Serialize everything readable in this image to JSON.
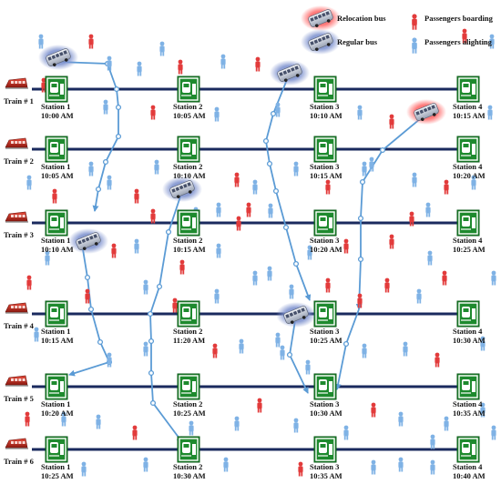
{
  "legend": {
    "relocation_bus": "Relocation bus",
    "regular_bus": "Regular bus",
    "passengers_boarding": "Passengers boarding",
    "passengers_alighting": "Passengers alighting"
  },
  "colors": {
    "track": "#1a2a5e",
    "station_green": "#1e8a2e",
    "bus_route": "#5b9bd5",
    "boarding": "#e23b3b",
    "alighting": "#7fb2e5",
    "relocation_glow": "#ff7a7a",
    "regular_glow": "#8aa0d8",
    "train": "#c0392b"
  },
  "trains": [
    {
      "label": "Train # 1",
      "stations": [
        {
          "name": "Station 1",
          "time": "10:00 AM"
        },
        {
          "name": "Station 2",
          "time": "10:05 AM"
        },
        {
          "name": "Station 3",
          "time": "10:10 AM"
        },
        {
          "name": "Station 4",
          "time": "10:15 AM"
        }
      ]
    },
    {
      "label": "Train # 2",
      "stations": [
        {
          "name": "Station 1",
          "time": "10:05 AM"
        },
        {
          "name": "Station 2",
          "time": "10:10 AM"
        },
        {
          "name": "Station 3",
          "time": "10:15 AM"
        },
        {
          "name": "Station 4",
          "time": "10:20 AM"
        }
      ]
    },
    {
      "label": "Train # 3",
      "stations": [
        {
          "name": "Station 1",
          "time": "10:10 AM"
        },
        {
          "name": "Station 2",
          "time": "10:15 AM"
        },
        {
          "name": "Station 3",
          "time": "10:20 AM"
        },
        {
          "name": "Station 4",
          "time": "10:25 AM"
        }
      ]
    },
    {
      "label": "Train # 4",
      "stations": [
        {
          "name": "Station 1",
          "time": "10:15 AM"
        },
        {
          "name": "Station 2",
          "time": "11:20 AM"
        },
        {
          "name": "Station 3",
          "time": "10:25 AM"
        },
        {
          "name": "Station 4",
          "time": "10:30 AM"
        }
      ]
    },
    {
      "label": "Train # 5",
      "stations": [
        {
          "name": "Station 1",
          "time": "10:20 AM"
        },
        {
          "name": "Station 2",
          "time": "10:25 AM"
        },
        {
          "name": "Station 3",
          "time": "10:30 AM"
        },
        {
          "name": "Station 4",
          "time": "10:35 AM"
        }
      ]
    },
    {
      "label": "Train # 6",
      "stations": [
        {
          "name": "Station 1",
          "time": "10:25 AM"
        },
        {
          "name": "Station 2",
          "time": "10:30 AM"
        },
        {
          "name": "Station 3",
          "time": "10:35 AM"
        },
        {
          "name": "Station 4",
          "time": "10:40 AM"
        }
      ]
    }
  ]
}
